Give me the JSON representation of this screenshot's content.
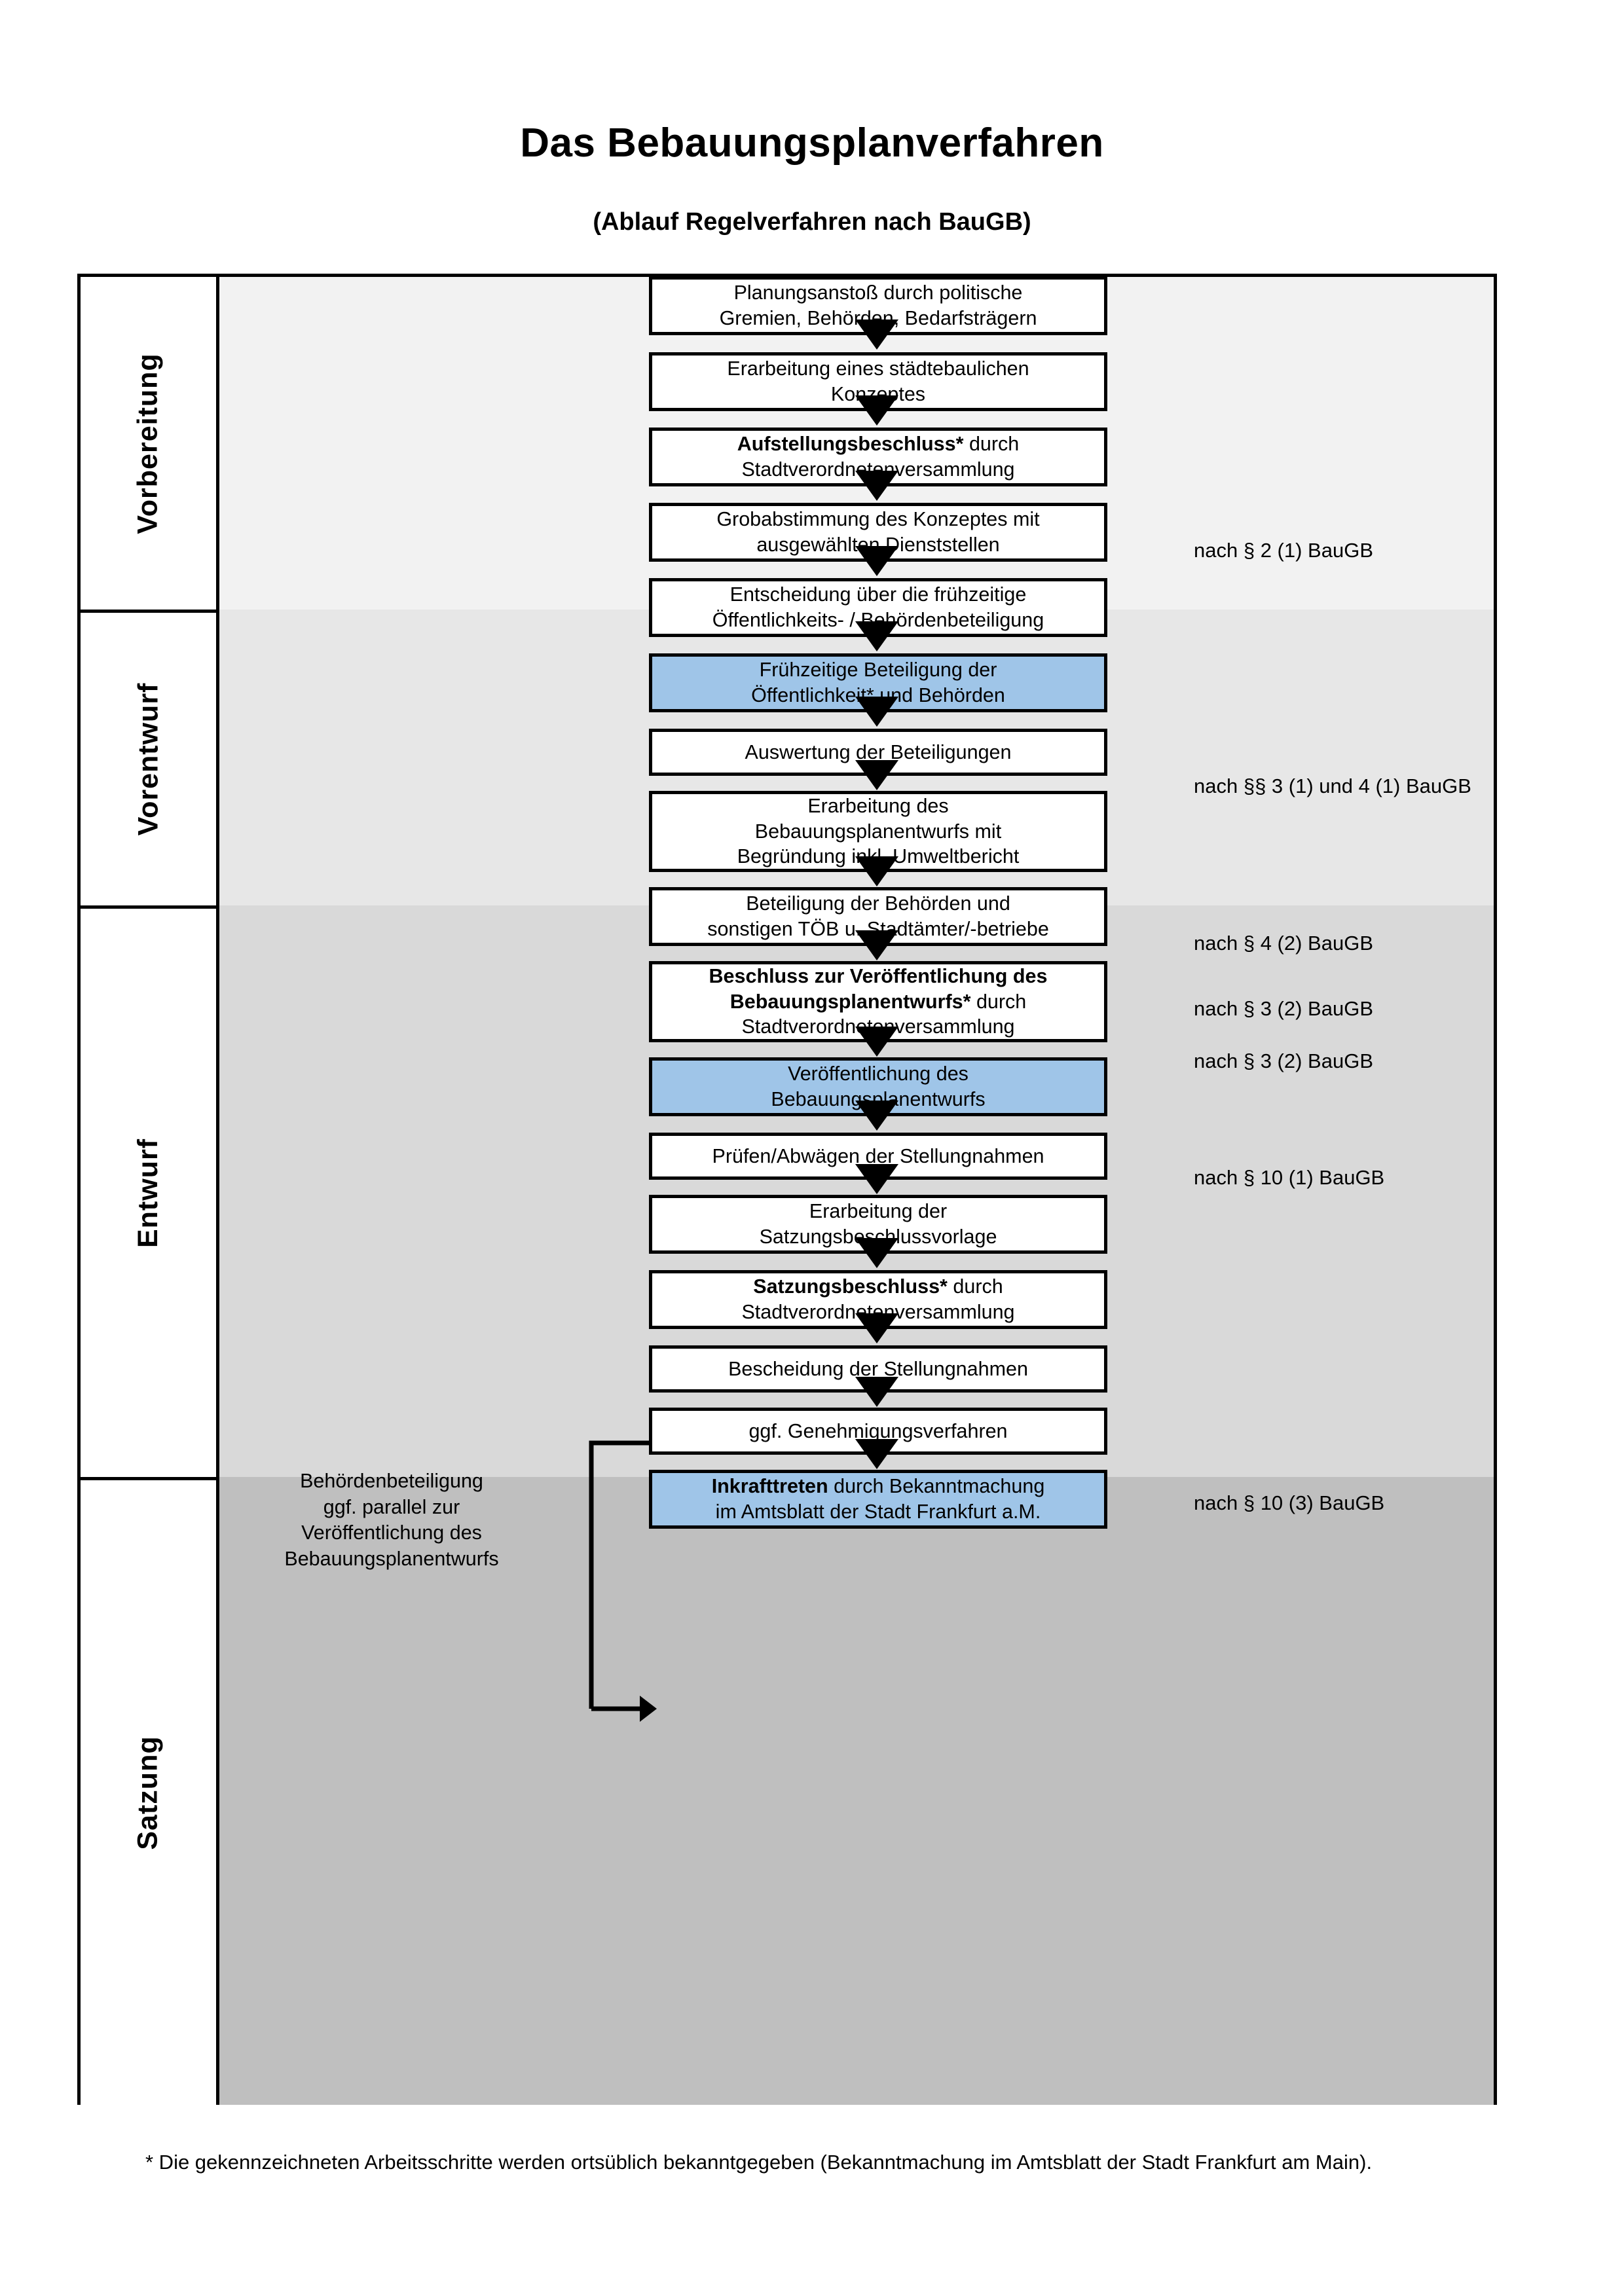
{
  "header": {
    "title": "Das Bebauungsplanverfahren",
    "subtitle": "(Ablauf Regelverfahren nach BauGB)"
  },
  "colors": {
    "highlight": "#9FC5E8",
    "band_vorbereitung": "#F2F2F2",
    "band_vorentwurf": "#E7E7E7",
    "band_entwurf": "#D9D9D9",
    "band_satzung": "#BFBFBF",
    "outline": "#000000"
  },
  "phases": [
    {
      "id": "vorbereitung",
      "label": "Vorbereitung"
    },
    {
      "id": "vorentwurf",
      "label": "Vorentwurf"
    },
    {
      "id": "entwurf",
      "label": "Entwurf"
    },
    {
      "id": "satzung",
      "label": "Satzung"
    }
  ],
  "steps": [
    {
      "id": "planungsanstoss",
      "phase": "vorbereitung",
      "highlight": false,
      "line1": "Planungsanstoß durch politische",
      "line1_bold": false,
      "line2": "Gremien, Behörden, Bedarfsträgern",
      "line2_bold": false
    },
    {
      "id": "staedtebauliches-konzept",
      "phase": "vorbereitung",
      "highlight": false,
      "line1": "Erarbeitung eines städtebaulichen",
      "line1_bold": false,
      "line2": "Konzeptes",
      "line2_bold": false
    },
    {
      "id": "aufstellungsbeschluss",
      "phase": "vorbereitung",
      "highlight": false,
      "line1_strong": "Aufstellungsbeschluss*",
      "line1_rest": " durch",
      "line2": "Stadtverordnetenversammlung"
    },
    {
      "id": "grobabstimmung",
      "phase": "vorentwurf",
      "highlight": false,
      "line1": "Grobabstimmung des Konzeptes mit",
      "line2": "ausgewählten Dienststellen"
    },
    {
      "id": "entscheidung-fruehzeitige",
      "phase": "vorentwurf",
      "highlight": false,
      "line1": "Entscheidung über die frühzeitige",
      "line2": "Öffentlichkeits- / Behördenbeteiligung"
    },
    {
      "id": "fruehzeitige-beteiligung",
      "phase": "vorentwurf",
      "highlight": true,
      "line1": "Frühzeitige Beteiligung der",
      "line2": "Öffentlichkeit* und Behörden"
    },
    {
      "id": "auswertung-beteiligungen",
      "phase": "entwurf",
      "highlight": false,
      "line1": "Auswertung der Beteiligungen"
    },
    {
      "id": "erarbeitung-bplan-entwurf",
      "phase": "entwurf",
      "highlight": false,
      "line1": "Erarbeitung des",
      "line2": "Bebauungsplanentwurfs mit",
      "line3": "Begründung inkl. Umweltbericht"
    },
    {
      "id": "beteiligung-behoerden-toeb",
      "phase": "entwurf",
      "highlight": false,
      "line1": "Beteiligung der Behörden und",
      "line2": "sonstigen TÖB u. Stadtämter/-betriebe"
    },
    {
      "id": "beschluss-veroeffentlichung",
      "phase": "entwurf",
      "highlight": false,
      "line1_strong": "Beschluss zur Veröffentlichung des",
      "line2_strong": "Bebauungsplanentwurfs*",
      "line2_rest": " durch",
      "line3": "Stadtverordnetenversammlung"
    },
    {
      "id": "veroeffentlichung-bplan",
      "phase": "entwurf",
      "highlight": true,
      "line1": "Veröffentlichung des",
      "line2": "Bebauungsplanentwurfs"
    },
    {
      "id": "pruefen-abwaegen",
      "phase": "satzung",
      "highlight": false,
      "line1": "Prüfen/Abwägen der Stellungnahmen"
    },
    {
      "id": "erarbeitung-satzungsvorlage",
      "phase": "satzung",
      "highlight": false,
      "line1": "Erarbeitung der",
      "line2": "Satzungsbeschlussvorlage"
    },
    {
      "id": "satzungsbeschluss",
      "phase": "satzung",
      "highlight": false,
      "line1_strong": "Satzungsbeschluss*",
      "line1_rest": " durch",
      "line2": "Stadtverordnetenversammlung"
    },
    {
      "id": "bescheidung-stellungnahmen",
      "phase": "satzung",
      "highlight": false,
      "line1": "Bescheidung der Stellungnahmen"
    },
    {
      "id": "genehmigungsverfahren",
      "phase": "satzung",
      "highlight": false,
      "line1": "ggf. Genehmigungsverfahren"
    },
    {
      "id": "inkrafttreten",
      "phase": "satzung",
      "highlight": true,
      "line1_strong": "Inkrafttreten",
      "line1_rest": " durch Bekanntmachung",
      "line2": "im Amtsblatt der Stadt Frankfurt a.M."
    }
  ],
  "references": [
    {
      "id": "ref-par2-1",
      "text": "nach § 2 (1) BauGB"
    },
    {
      "id": "ref-par3-4-1",
      "text": "nach §§ 3 (1) und 4 (1) BauGB"
    },
    {
      "id": "ref-par4-2",
      "text": "nach § 4 (2) BauGB"
    },
    {
      "id": "ref-par3-2a",
      "text": "nach § 3 (2) BauGB"
    },
    {
      "id": "ref-par3-2b",
      "text": "nach § 3 (2) BauGB"
    },
    {
      "id": "ref-par10-1",
      "text": "nach § 10 (1) BauGB"
    },
    {
      "id": "ref-par10-3",
      "text": "nach § 10 (3) BauGB"
    }
  ],
  "sidenote": {
    "line1": "Behördenbeteiligung",
    "line2": "ggf. parallel zur",
    "line3": "Veröffentlichung des",
    "line4": "Bebauungsplanentwurfs"
  },
  "footnote": {
    "text": "* Die gekennzeichneten Arbeitsschritte werden ortsüblich bekanntgegeben (Bekanntmachung im Amtsblatt  der Stadt Frankfurt am Main)."
  }
}
